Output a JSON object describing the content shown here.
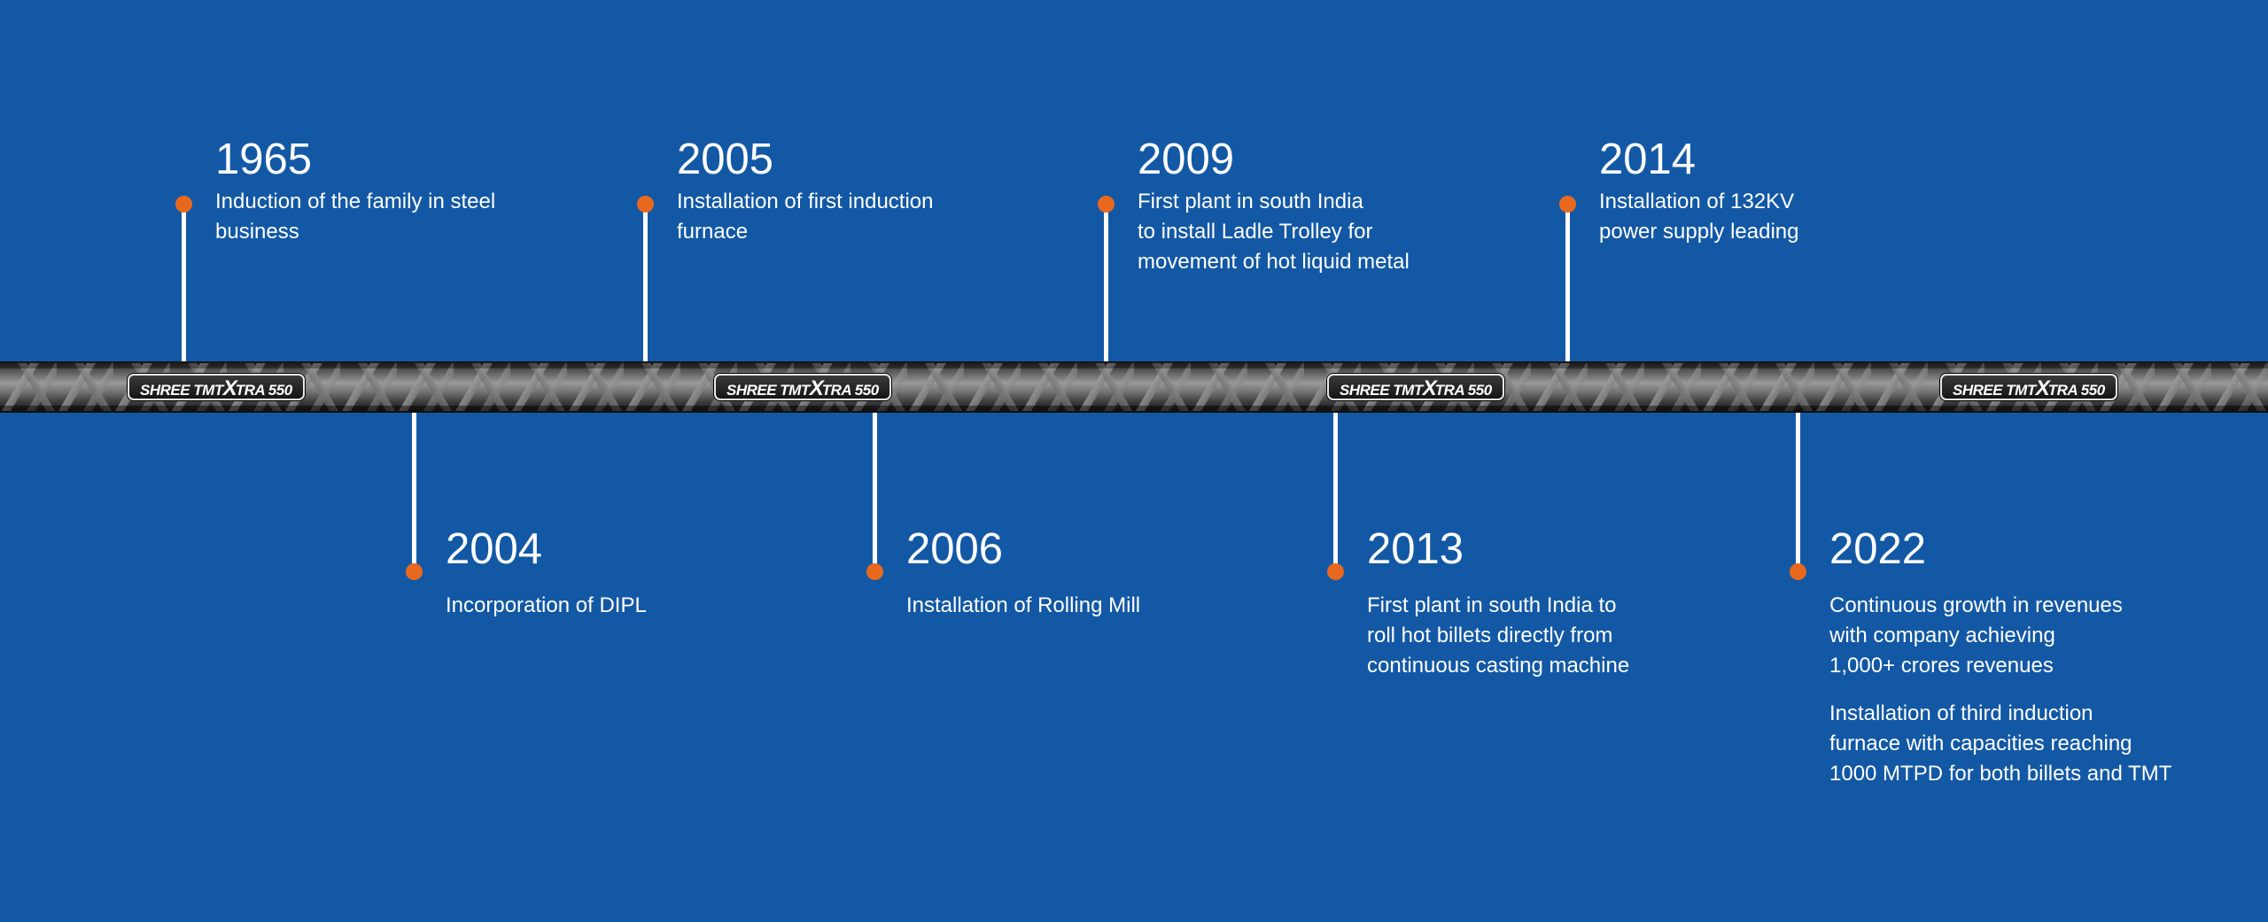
{
  "brand_label": {
    "pre": "SHREE TMT",
    "x": "X",
    "post": "TRA 550"
  },
  "colors": {
    "background": "#1358a5",
    "dot": "#e8691e",
    "stem": "#ffffff"
  },
  "events": [
    {
      "year": "1965",
      "lines": [
        "Induction of the family in steel",
        "business"
      ]
    },
    {
      "year": "2004",
      "lines": [
        "Incorporation of DIPL"
      ]
    },
    {
      "year": "2005",
      "lines": [
        "Installation of first induction",
        "furnace"
      ]
    },
    {
      "year": "2006",
      "lines": [
        "Installation of Rolling Mill"
      ]
    },
    {
      "year": "2009",
      "lines": [
        "First plant in south India",
        "to install Ladle Trolley for",
        "movement of hot liquid metal"
      ]
    },
    {
      "year": "2013",
      "lines": [
        "First plant in south India to",
        "roll hot billets directly from",
        "continuous casting machine"
      ]
    },
    {
      "year": "2014",
      "lines": [
        "Installation of 132KV",
        "power supply leading"
      ]
    },
    {
      "year": "2022",
      "lines": [
        "Continuous growth in revenues",
        "with company achieving",
        "1,000+ crores revenues"
      ],
      "lines2": [
        "Installation of third induction",
        "furnace with capacities reaching",
        "1000 MTPD for both billets and TMT"
      ]
    }
  ]
}
